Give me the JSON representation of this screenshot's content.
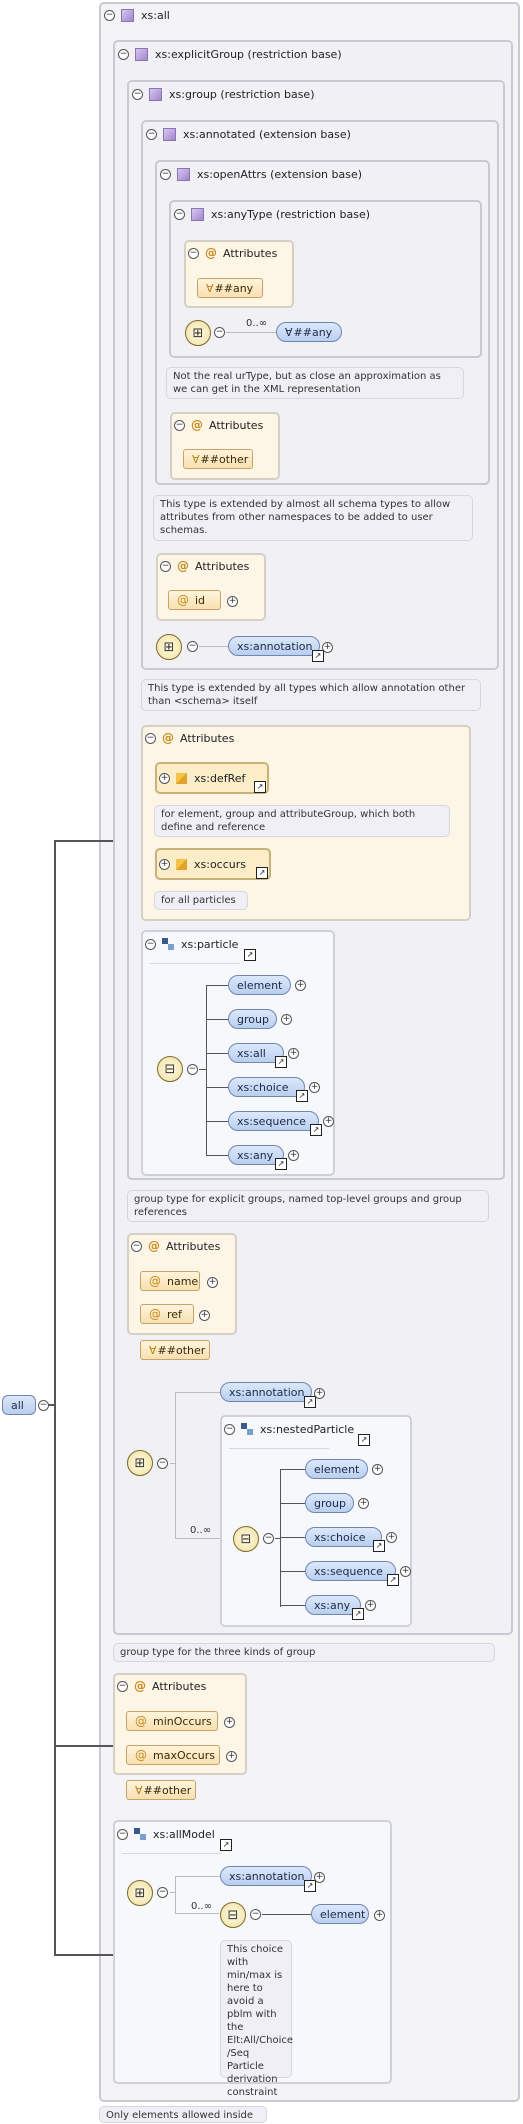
{
  "root": {
    "label": "all"
  },
  "xs_all": {
    "title": "xs:all"
  },
  "explicitGroup": {
    "title": "xs:explicitGroup (restriction base)"
  },
  "group": {
    "title": "xs:group (restriction base)"
  },
  "annotated": {
    "title": "xs:annotated (extension base)"
  },
  "openAttrs": {
    "title": "xs:openAttrs (extension base)"
  },
  "anyType": {
    "title": "xs:anyType (restriction base)",
    "attributes_label": "Attributes",
    "any_attr": "##any",
    "occurs": "0..∞",
    "any_elem": "##any"
  },
  "notes": {
    "urtype": "Not the real urType, but as close an approximation as we can get in the XML representation",
    "openattrs": "This type is extended by almost all schema types to allow attributes from other namespaces to be added to user schemas.",
    "annotated": "This type is extended by all types which allow annotation other than <schema> itself",
    "defref": "for element, group and attributeGroup, which both define and reference",
    "occurs": "for all particles",
    "explicit": "group type for explicit groups, named top-level groups and group references",
    "group": "group type for the three kinds of group",
    "choice": "This choice with min/max is here to avoid a pblm with the Elt:All/Choice /Seq Particle derivation constraint",
    "xs_all": "Only elements allowed inside"
  },
  "openAttrs_attrs": {
    "label": "Attributes",
    "other": "##other"
  },
  "annotated_attrs": {
    "label": "Attributes",
    "id": "id",
    "annotation": "xs:annotation"
  },
  "group_attrs": {
    "label": "Attributes",
    "defRef": "xs:defRef",
    "occurs": "xs:occurs"
  },
  "particle": {
    "title": "xs:particle",
    "items": [
      "element",
      "group",
      "xs:all",
      "xs:choice",
      "xs:sequence",
      "xs:any"
    ]
  },
  "explicit_attrs": {
    "label": "Attributes",
    "name": "name",
    "ref": "ref",
    "other": "##other"
  },
  "explicit_seq": {
    "annotation": "xs:annotation",
    "occurs": "0..∞"
  },
  "nestedParticle": {
    "title": "xs:nestedParticle",
    "items": [
      "element",
      "group",
      "xs:choice",
      "xs:sequence",
      "xs:any"
    ]
  },
  "all_attrs": {
    "label": "Attributes",
    "minOccurs": "minOccurs",
    "maxOccurs": "maxOccurs",
    "other": "##other"
  },
  "allModel": {
    "title": "xs:allModel",
    "annotation": "xs:annotation",
    "occurs": "0..∞",
    "element": "element"
  }
}
